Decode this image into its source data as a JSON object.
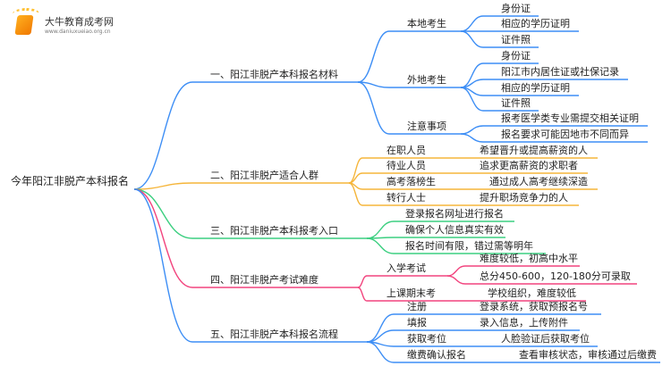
{
  "logo": {
    "name": "大牛教育成考网",
    "url": "www.daniuxueiao.org.cn"
  },
  "root": "今年阳江非脱产本科报名",
  "colors": {
    "blue": "#3d8ef5",
    "orange": "#f5b53a",
    "green": "#3ccf80",
    "pink": "#f2447e"
  },
  "branches": [
    {
      "label": "一、阳江非脱产本科报名材料",
      "children": [
        {
          "label": "本地考生",
          "items": [
            "身份证",
            "相应的学历证明",
            "证件照"
          ]
        },
        {
          "label": "外地考生",
          "items": [
            "身份证",
            "阳江市内居住证或社保记录",
            "相应的学历证明",
            "证件照"
          ]
        },
        {
          "label": "注意事项",
          "items": [
            "报考医学类专业需提交相关证明",
            "报名要求可能因地市不同而异"
          ]
        }
      ]
    },
    {
      "label": "二、阳江非脱产适合人群",
      "children": [
        {
          "label": "在职人员",
          "desc": "希望晋升或提高薪资的人"
        },
        {
          "label": "待业人员",
          "desc": "追求更高薪资的求职者"
        },
        {
          "label": "高考落榜生",
          "desc": "通过成人高考继续深造"
        },
        {
          "label": "转行人士",
          "desc": "提升职场竞争力的人"
        }
      ]
    },
    {
      "label": "三、阳江非脱产本科报考入口",
      "children": [
        {
          "label": "登录报名网址进行报名"
        },
        {
          "label": "确保个人信息真实有效"
        },
        {
          "label": "报名时间有限，错过需等明年"
        }
      ]
    },
    {
      "label": "四、阳江非脱产考试难度",
      "children": [
        {
          "label": "入学考试",
          "items": [
            "难度较低，初高中水平",
            "总分450-600，120-180分可录取"
          ]
        },
        {
          "label": "上课期末考",
          "desc": "学校组织，难度较低"
        }
      ]
    },
    {
      "label": "五、阳江非脱产本科报名流程",
      "children": [
        {
          "label": "注册",
          "desc": "登录系统，获取预报名号"
        },
        {
          "label": "填报",
          "desc": "录入信息，上传附件"
        },
        {
          "label": "获取考位",
          "desc": "人脸验证后获取考位"
        },
        {
          "label": "缴费确认报名",
          "desc": "查看审核状态，审核通过后缴费"
        }
      ]
    }
  ]
}
